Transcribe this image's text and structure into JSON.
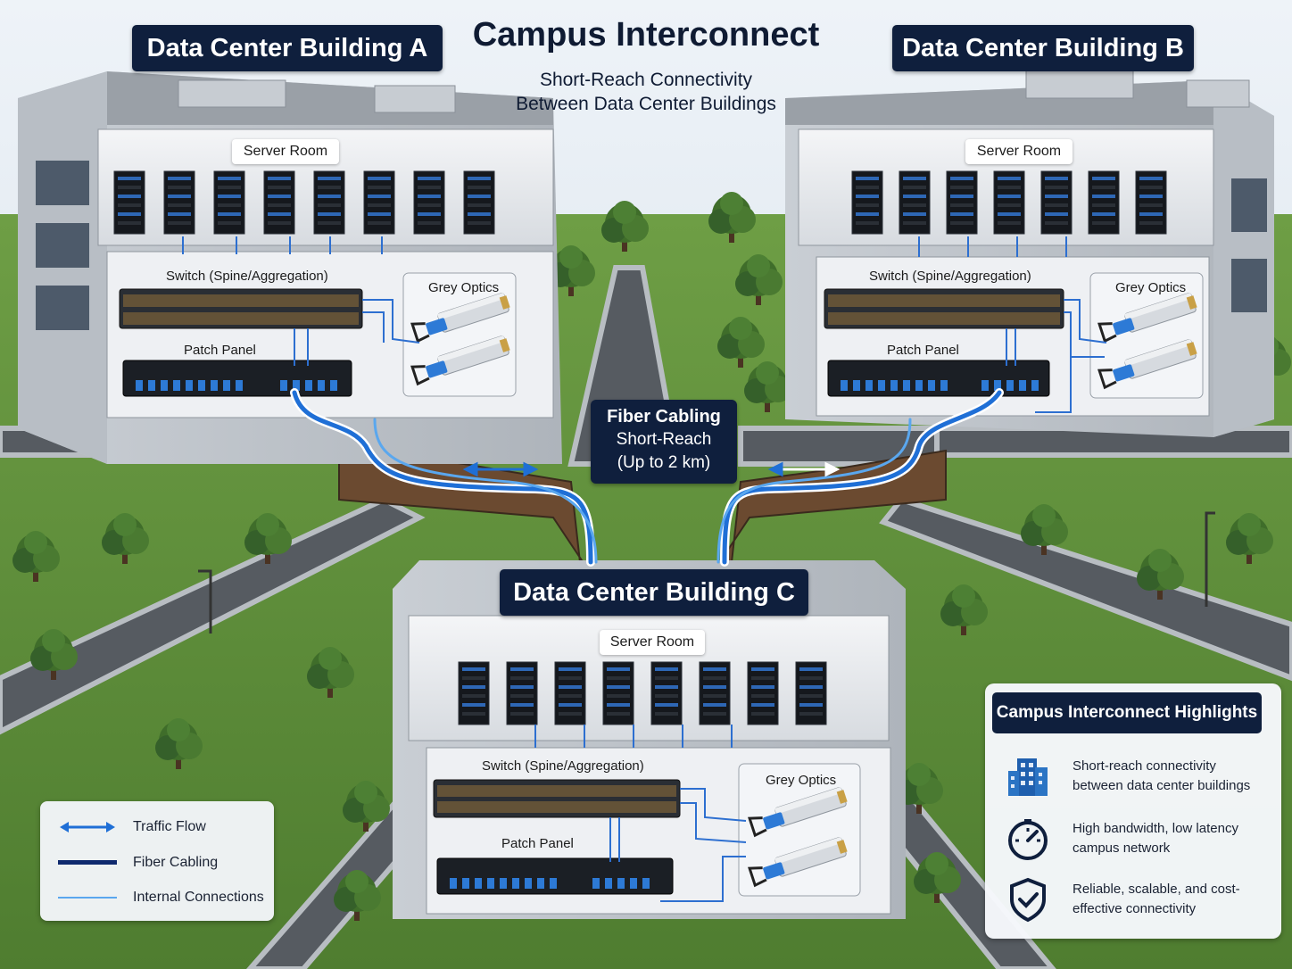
{
  "title": "Campus Interconnect",
  "subtitle_line1": "Short-Reach Connectivity",
  "subtitle_line2": "Between Data Center Buildings",
  "buildings": {
    "a": {
      "label": "Data Center Building A",
      "server_room": "Server Room",
      "switch": "Switch (Spine/Aggregation)",
      "patch_panel": "Patch Panel",
      "optics": "Grey Optics"
    },
    "b": {
      "label": "Data Center Building B",
      "server_room": "Server Room",
      "switch": "Switch (Spine/Aggregation)",
      "patch_panel": "Patch Panel",
      "optics": "Grey Optics"
    },
    "c": {
      "label": "Data Center Building C",
      "server_room": "Server Room",
      "switch": "Switch (Spine/Aggregation)",
      "patch_panel": "Patch Panel",
      "optics": "Grey Optics"
    }
  },
  "fiber": {
    "line1": "Fiber Cabling",
    "line2": "Short-Reach",
    "line3": "(Up to 2 km)"
  },
  "legend": {
    "traffic_flow": "Traffic Flow",
    "fiber_cabling": "Fiber Cabling",
    "internal_connections": "Internal Connections"
  },
  "highlights": {
    "title": "Campus Interconnect Highlights",
    "items": [
      {
        "icon": "building-icon",
        "line1": "Short-reach connectivity",
        "line2": "between data center buildings"
      },
      {
        "icon": "speedometer-icon",
        "line1": "High bandwidth, low latency",
        "line2": "campus network"
      },
      {
        "icon": "shield-check-icon",
        "line1": "Reliable, scalable, and cost-",
        "line2": "effective connectivity"
      }
    ]
  },
  "colors": {
    "navy": "#0f1f3d",
    "fiber_blue": "#1f6fd6",
    "light_blue": "#5aa7ee",
    "grass": "#5f8f3a",
    "road": "#54595f"
  }
}
